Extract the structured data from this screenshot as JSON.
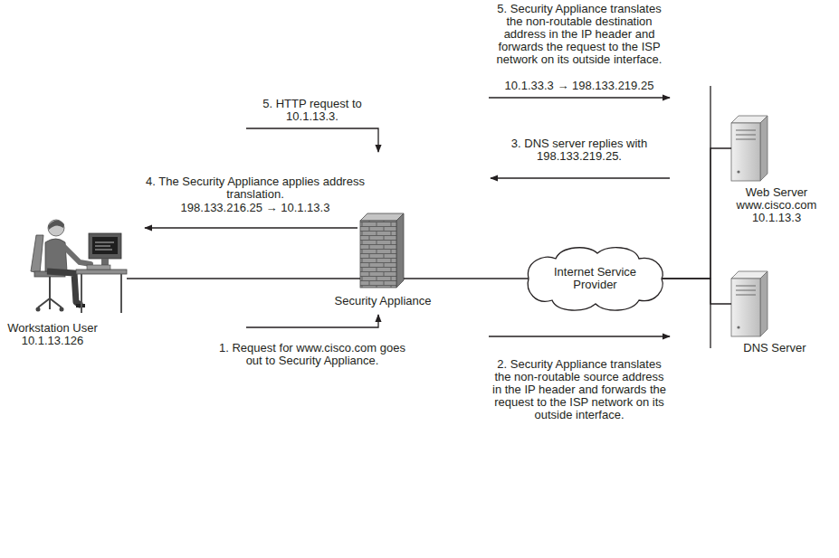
{
  "diagram": {
    "nodes": [
      {
        "text": [
          "Workstation User",
          "10.1.13.126"
        ]
      },
      {
        "text": [
          "Security Appliance"
        ]
      },
      {
        "text": [
          "Internet Service Provider"
        ]
      },
      {
        "text": [
          "Web Server",
          "www.cisco.com",
          "10.1.13.3"
        ]
      },
      {
        "text": [
          "DNS Server"
        ]
      }
    ],
    "edges": [
      {
        "from": 0,
        "to": 1,
        "arrow": "none"
      },
      {
        "from": 1,
        "to": 2,
        "arrow": "none"
      },
      {
        "from": 2,
        "to": 3,
        "arrow": "none"
      },
      {
        "from": 2,
        "to": 4,
        "arrow": "none"
      }
    ],
    "labels": [
      "5. Security Appliance translates the non-routable destination address in the IP header and forwards the request to the ISP network on its outside interface.",
      "10.1.33.3 → 198.133.219.25",
      "5. HTTP request to 10.1.13.3.",
      "3. DNS server replies with 198.133.219.25.",
      "4. The Security Appliance applies address translation.",
      "198.133.216.25 → 10.1.13.3",
      "1. Request for www.cisco.com goes out to Security Appliance.",
      "2. Security Appliance translates the non-routable source address in the IP header and forwards the request to the ISP network on its outside interface."
    ]
  }
}
